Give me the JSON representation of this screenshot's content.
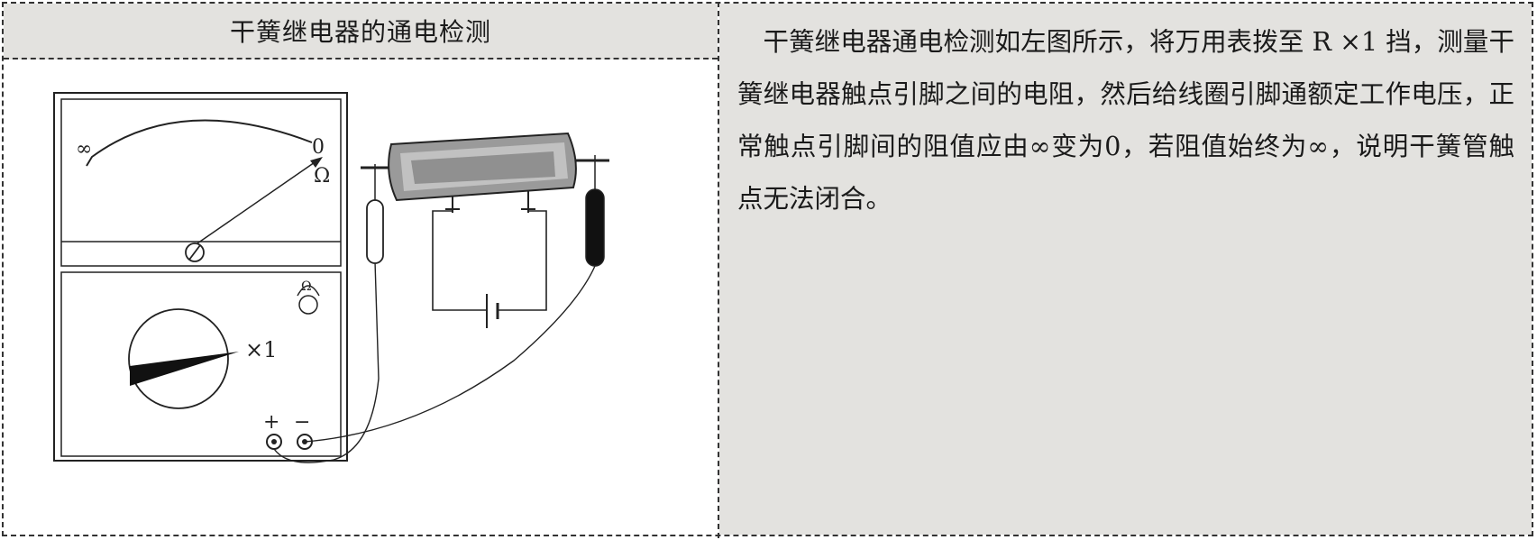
{
  "left_panel": {
    "title": "干簧继电器的通电检测"
  },
  "figure": {
    "scale_infinity": "∞",
    "scale_zero": "0",
    "unit_symbol": "Ω",
    "range_label": "×1",
    "plus_label": "+",
    "minus_label": "−"
  },
  "right_panel": {
    "description": "干簧继电器通电检测如左图所示，将万用表拨至 R ×1 挡，测量干簧继电器触点引脚之间的电阻，然后给线圈引脚通额定工作电压，正常触点引脚间的阻值应由∞变为0，若阻值始终为∞，说明干簧管触点无法闭合。"
  },
  "colors": {
    "panel_background": "#e3e2df",
    "border": "#333333"
  }
}
